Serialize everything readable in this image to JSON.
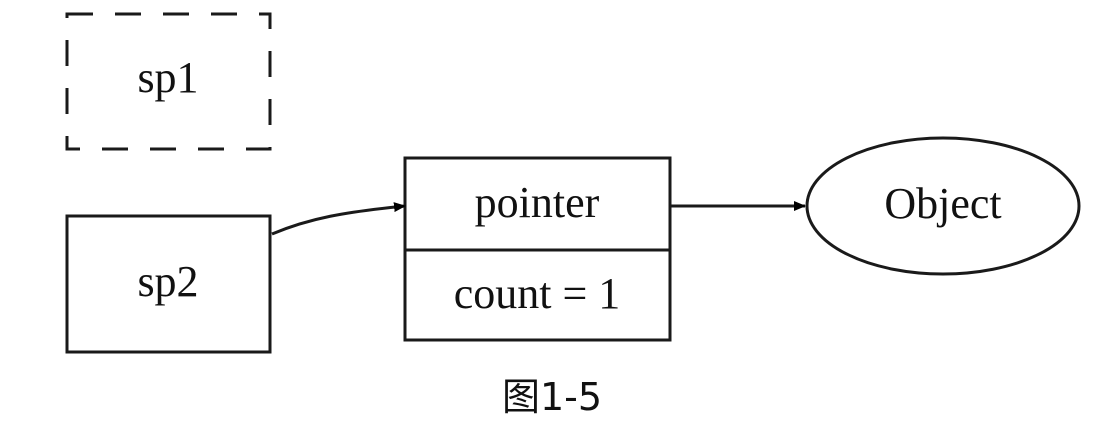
{
  "diagram": {
    "nodes": {
      "sp1": {
        "label": "sp1",
        "style": "dashed"
      },
      "sp2": {
        "label": "sp2",
        "style": "solid"
      },
      "control_block": {
        "fields": [
          "pointer",
          "count = 1"
        ]
      },
      "object": {
        "label": "Object",
        "shape": "ellipse"
      }
    },
    "edges": [
      {
        "from": "sp2",
        "to": "control_block.pointer"
      },
      {
        "from": "control_block.pointer",
        "to": "object"
      }
    ],
    "colors": {
      "stroke": "#1a1a1a",
      "text": "#111111",
      "background": "#ffffff"
    }
  },
  "caption": "图1-5"
}
